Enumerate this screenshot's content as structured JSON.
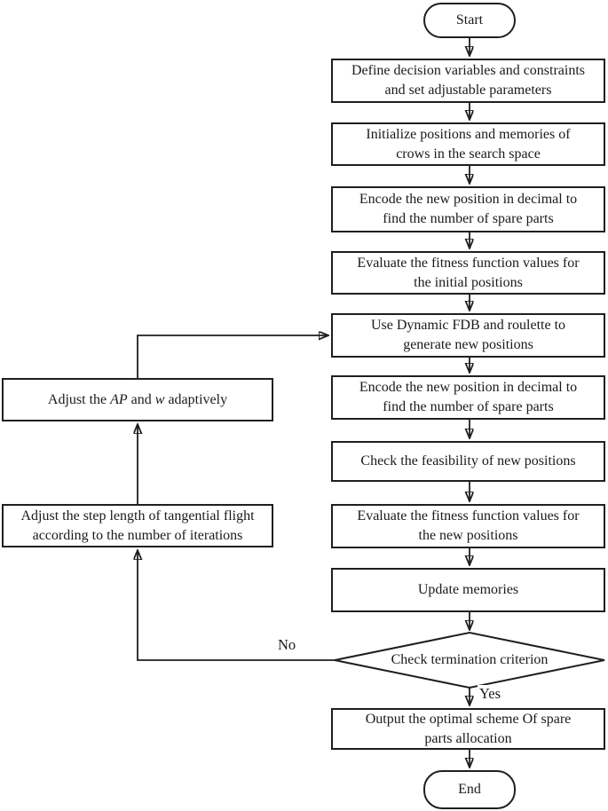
{
  "flowchart": {
    "colors": {
      "line": "#1f1f1f",
      "fill": "#ffffff",
      "background": "#ffffff",
      "text": "#1a1a1a"
    },
    "start": {
      "label": "Start"
    },
    "end": {
      "label": "End"
    },
    "steps": {
      "define": {
        "lines": [
          "Define decision variables and constraints",
          "and set adjustable parameters"
        ]
      },
      "initialize": {
        "lines": [
          "Initialize positions and memories of",
          "crows in the search space"
        ]
      },
      "encode1": {
        "lines": [
          "Encode the new position in decimal to",
          "find the number of spare parts"
        ]
      },
      "evalinit": {
        "lines": [
          "Evaluate the fitness function values for",
          "the initial positions"
        ]
      },
      "fdb": {
        "lines": [
          "Use Dynamic FDB and roulette to",
          "generate new positions"
        ]
      },
      "encode2": {
        "lines": [
          "Encode the new position in decimal to",
          "find the number of spare parts"
        ]
      },
      "feasibility": {
        "lines": [
          "Check the feasibility of new positions"
        ]
      },
      "evalnew": {
        "lines": [
          "Evaluate the fitness function values for",
          "the new positions"
        ]
      },
      "update": {
        "lines": [
          "Update memories"
        ]
      },
      "output": {
        "lines": [
          "Output the optimal scheme Of spare",
          "parts allocation"
        ]
      }
    },
    "side": {
      "adjust_ap": {
        "parts": [
          "Adjust the ",
          "AP",
          " and ",
          "w",
          " adaptively"
        ]
      },
      "adjust_step": {
        "lines": [
          "Adjust the step length of tangential flight",
          "according to the number of iterations"
        ]
      }
    },
    "decision": {
      "label": "Check termination criterion",
      "yes_label": "Yes",
      "no_label": "No"
    }
  }
}
